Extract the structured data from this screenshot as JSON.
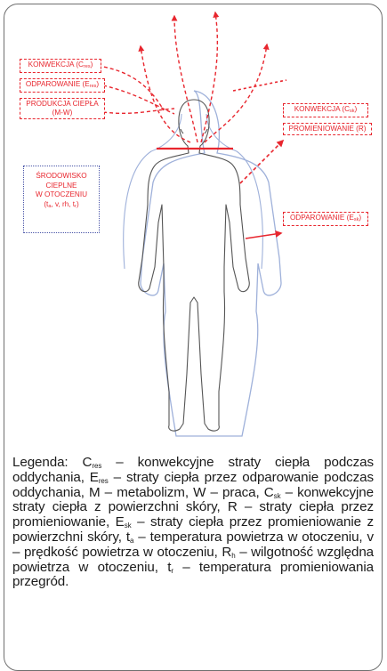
{
  "labels": {
    "convection_res": {
      "main": "KONWEKCJA (C",
      "sub": "res",
      "end": ")"
    },
    "evaporation_res": {
      "main": "ODPAROWANIE (E",
      "sub": "res",
      "end": ")"
    },
    "heat_production_line1": "PRODUKCJA CIEPŁA",
    "heat_production_line2": "(M-W)",
    "convection_sk": {
      "main": "KONWEKCJA (C",
      "sub": "sk",
      "end": ")"
    },
    "radiation": "PROMIENIOWANIE (R)",
    "evaporation_sk": {
      "main": "ODPAROWANIE (E",
      "sub": "sk",
      "end": ")"
    }
  },
  "environment": {
    "line1": "ŚRODOWISKO",
    "line2": "CIEPLNE",
    "line3": "W OTOCZENIU",
    "params": [
      "(t",
      "a",
      ", v, rh, t",
      "r",
      ")"
    ]
  },
  "legend": {
    "l1": "Legenda: C",
    "s1": "res",
    "l2": " – konwekcyjne straty ciepła podczas oddychania, E",
    "s2": "res",
    "l3": " – straty ciepła przez odparowanie podczas oddychania, M – metabolizm, W – praca, C",
    "s3": "sk",
    "l4": " – konwekcyjne straty ciepła z powierzchni skóry, R – straty ciepła przez promieniowanie, E",
    "s4": "sk",
    "l5": " – straty ciepła przez promieniowanie z powierzchni skóry, t",
    "s5": "a",
    "l6": " – temperatura powietrza w otoczeniu, v – prędkość powietrza w otoczeniu, R",
    "s6": "h",
    "l7": " – wilgotność względna powietrza w otoczeniu, t",
    "s7": "r",
    "l8": " – temperatura promieniowania przegród."
  },
  "colors": {
    "accent": "#e8262e",
    "outline": "#7a8fc8",
    "body": "#555555",
    "env_border": "#4a55a8"
  }
}
